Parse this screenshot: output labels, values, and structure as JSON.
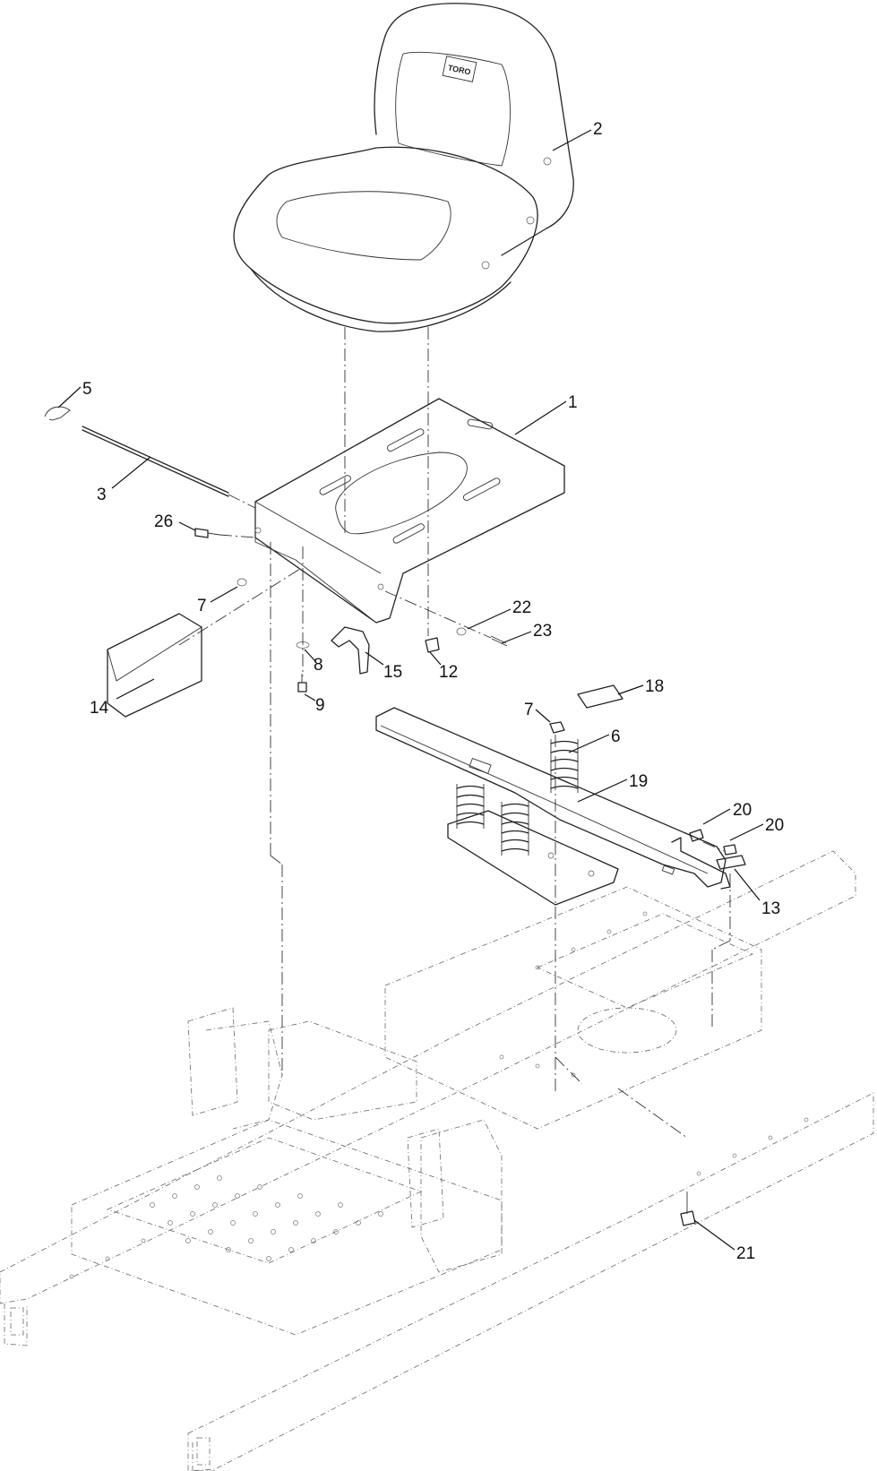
{
  "diagram": {
    "logo_text": "TORO",
    "callouts": [
      "1",
      "2",
      "3",
      "5",
      "6",
      "7",
      "7",
      "8",
      "9",
      "12",
      "13",
      "14",
      "15",
      "18",
      "19",
      "20",
      "20",
      "21",
      "22",
      "23",
      "26"
    ]
  }
}
